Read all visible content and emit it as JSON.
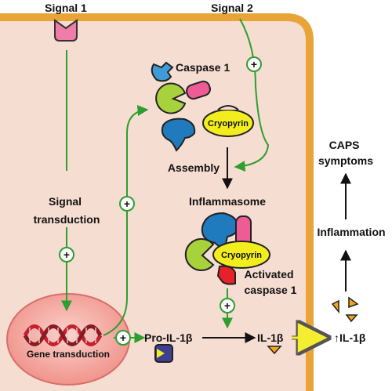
{
  "signals": {
    "signal1": "Signal 1",
    "signal2": "Signal 2"
  },
  "pathway": {
    "signal_transduction_line1": "Signal",
    "signal_transduction_line2": "transduction",
    "gene_transduction": "Gene transduction",
    "pro_il1b": "Pro-IL-1β",
    "il1b": "IL-1β",
    "il1b_up": "↑IL-1β"
  },
  "inflammasome": {
    "caspase1": "Caspase 1",
    "cryopyrin": "Cryopyrin",
    "assembly": "Assembly",
    "inflammasome": "Inflammasome",
    "cryopyrin_bound": "Cryopyrin",
    "activated_line1": "Activated",
    "activated_line2": "caspase 1"
  },
  "outcome": {
    "inflammation": "Inflammation",
    "caps_line1": "CAPS",
    "caps_line2": "symptoms"
  },
  "plus_symbol": "+",
  "colors": {
    "cytoplasm": "#f6ddd2",
    "membrane": "#e8a437",
    "nucleus": "#f4a8a0",
    "green_arrow": "#2e9e2e",
    "receptor": "#f07ca8",
    "caspase_blue": "#3f9bd6",
    "green_pac": "#a8d23c",
    "pink_rod": "#ee5c95",
    "cryopyrin_yellow": "#f2ee1e",
    "dark_blue": "#1f7bbd",
    "activated_red": "#e8202a",
    "il1b_orange": "#f3a51e",
    "pro_box": "#3f3f8f"
  }
}
